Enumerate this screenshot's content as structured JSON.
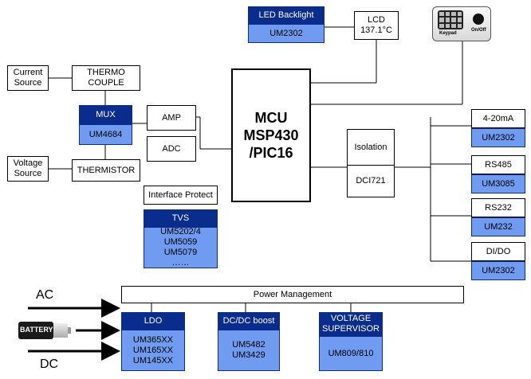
{
  "top": {
    "led_backlight": "LED Backlight",
    "led_backlight_part": "UM2302",
    "lcd": [
      "LCD",
      "137.1°C"
    ],
    "keypad_label": "Keypad",
    "onoff_label": "On/Off"
  },
  "sensors": {
    "current_source": [
      "Current",
      "Source"
    ],
    "thermocouple": [
      "THERMO",
      "COUPLE"
    ],
    "mux": "MUX",
    "mux_part": "UM4684",
    "voltage_source": [
      "Voltage",
      "Source"
    ],
    "thermistor": "THERMISTOR"
  },
  "analog": {
    "amp": "AMP",
    "adc": "ADC"
  },
  "mcu": [
    "MCU",
    "MSP430",
    "/PIC16"
  ],
  "protect": {
    "label": "Interface Protect",
    "tvs": "TVS",
    "parts": [
      "UM5202/4",
      "UM5059",
      "UM5079",
      "……"
    ]
  },
  "isolation": {
    "label": "Isolation",
    "part": "DCI721"
  },
  "interfaces": [
    {
      "name": "4-20mA",
      "part": "UM2302"
    },
    {
      "name": "RS485",
      "part": "UM3085"
    },
    {
      "name": "RS232",
      "part": "UM232"
    },
    {
      "name": "DI/DO",
      "part": "UM2302"
    }
  ],
  "power": {
    "title": "Power Management",
    "ac": "AC",
    "dc": "DC",
    "battery": "BATTERY",
    "ldo": {
      "label": "LDO",
      "parts": [
        "UM365XX",
        "UM165XX",
        "UM145XX"
      ]
    },
    "dcdc": {
      "label": "DC/DC boost",
      "parts": [
        "UM5482",
        "UM3429"
      ]
    },
    "supervisor": {
      "label": [
        "VOLTAGE",
        "SUPERVISOR"
      ],
      "parts": [
        "UM809/810"
      ]
    }
  },
  "colors": {
    "dark_blue": "#0a2c8c",
    "light_blue": "#6f9bf0"
  }
}
